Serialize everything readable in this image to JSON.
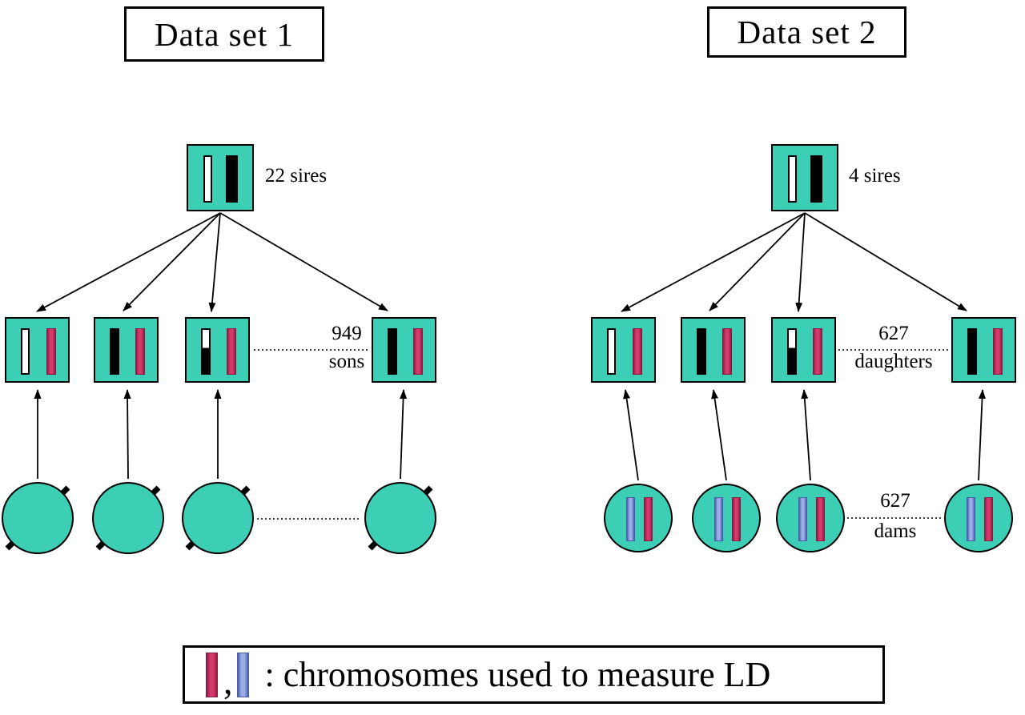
{
  "colors": {
    "teal": "#3DCFB6",
    "pink": "#D63A6B",
    "pink_border": "#8A1C42",
    "blue": "#9BAEE8",
    "blue_border": "#4A5CA8",
    "outline": "#000000",
    "background": "#FFFFFF"
  },
  "panel1": {
    "title": "Data set 1",
    "sire_count_label": "22 sires",
    "offspring_count": "949",
    "offspring_type": "sons"
  },
  "panel2": {
    "title": "Data set 2",
    "sire_count_label": "4 sires",
    "offspring_count": "627",
    "offspring_type": "daughters",
    "dam_count": "627",
    "dam_type": "dams"
  },
  "legend": {
    "separator": ",",
    "caption": ": chromosomes used to measure LD"
  }
}
